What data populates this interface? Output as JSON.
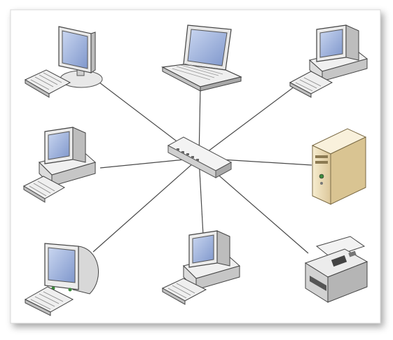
{
  "diagram": {
    "type": "star-network-topology",
    "center": {
      "kind": "hub-switch",
      "icon": "network-switch-icon"
    },
    "nodes": [
      {
        "id": "monitor-top-left",
        "kind": "computer",
        "icon": "flat-monitor-icon"
      },
      {
        "id": "laptop-top",
        "kind": "laptop",
        "icon": "laptop-icon"
      },
      {
        "id": "desktop-top-right",
        "kind": "computer",
        "icon": "desktop-computer-icon"
      },
      {
        "id": "desktop-left",
        "kind": "computer",
        "icon": "desktop-computer-icon"
      },
      {
        "id": "server-right",
        "kind": "server",
        "icon": "server-tower-icon"
      },
      {
        "id": "crt-bottom-left",
        "kind": "computer",
        "icon": "crt-monitor-icon"
      },
      {
        "id": "desktop-bottom",
        "kind": "computer",
        "icon": "desktop-computer-icon"
      },
      {
        "id": "printer-bottom-right",
        "kind": "printer",
        "icon": "printer-icon"
      }
    ],
    "colors": {
      "line": "#4a4a4a",
      "device_light": "#f1f1f1",
      "device_mid": "#d6d6d6",
      "device_dark": "#6f6f6f",
      "screen": "#8fa7d6",
      "server_beige": "#efe0b8",
      "switch_body": "#e3e3e3"
    }
  }
}
